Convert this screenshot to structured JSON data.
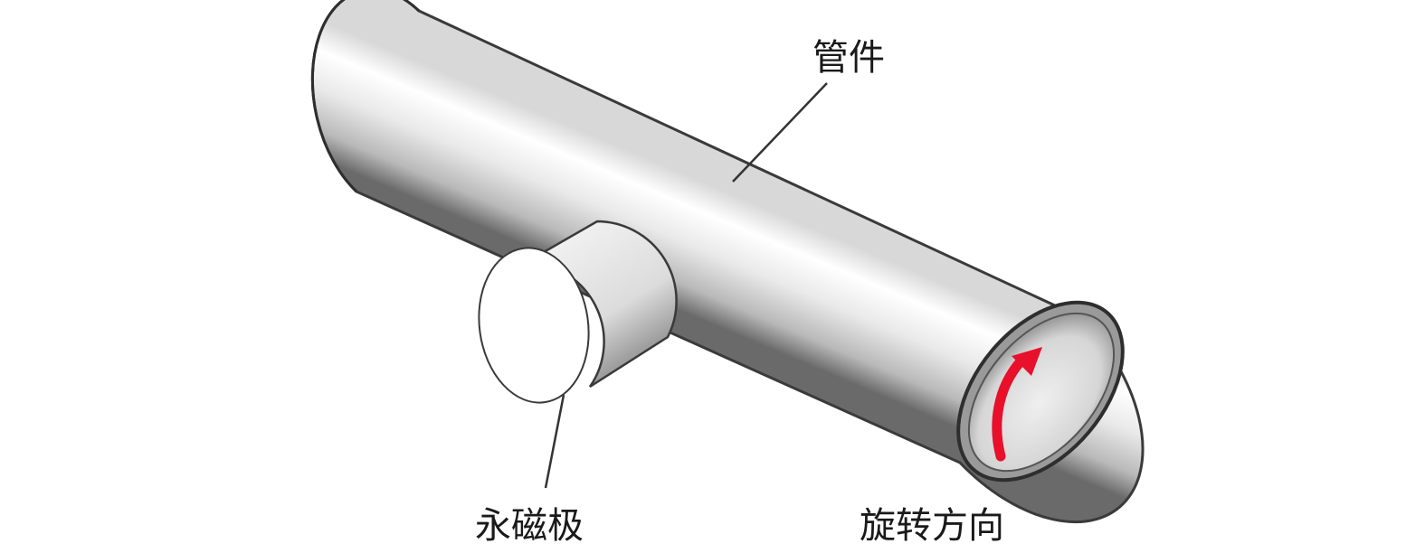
{
  "labels": {
    "pipe": "管件",
    "magnet": "永磁极",
    "rotation": "旋转方向"
  },
  "colors": {
    "pipe_highlight": "#ffffff",
    "pipe_mid": "#e6e6e6",
    "pipe_shadow": "#5a5a5a",
    "outline": "#333333",
    "arrow": "#e8102a"
  },
  "icons": {
    "rotation_arrow": "curved-arrow-icon"
  }
}
